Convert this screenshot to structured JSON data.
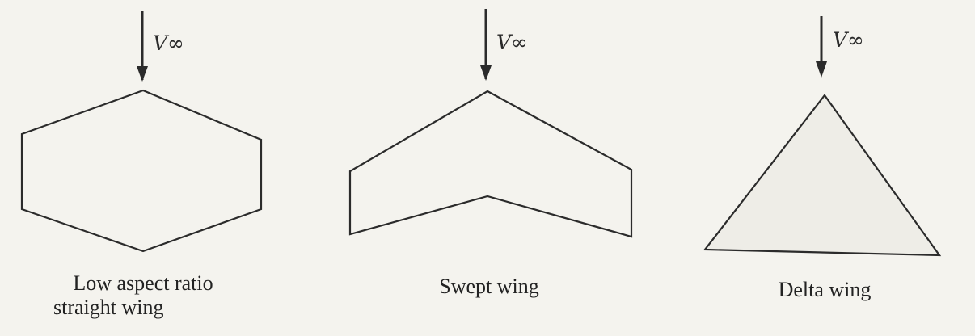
{
  "figures": [
    {
      "shape": "hexagon",
      "velocity_label": "V∞",
      "caption_lines": [
        "Low aspect ratio",
        "straight wing"
      ]
    },
    {
      "shape": "swept-planform",
      "velocity_label": "V∞",
      "caption_lines": [
        "Swept wing"
      ]
    },
    {
      "shape": "triangle",
      "velocity_label": "V∞",
      "caption_lines": [
        "Delta wing"
      ]
    }
  ],
  "colors": {
    "stroke": "#2b2b2b",
    "paper": "#f4f3ee"
  }
}
